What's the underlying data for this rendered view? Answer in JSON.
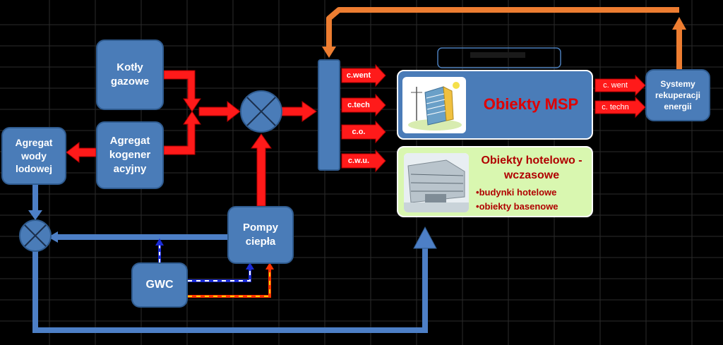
{
  "nodes": {
    "kotly": "Kotły gazowe",
    "kogen": "Agregat kogener acyjny",
    "agregat_wody": "Agregat wody lodowej",
    "pompy": "Pompy ciepła",
    "gwc": "GWC",
    "systemy": "Systemy rekuperacji energii"
  },
  "header_box": "",
  "outputs": [
    "c.went",
    "c.tech",
    "c.o.",
    "c.w.u."
  ],
  "recovery_inputs": [
    "c. went",
    "c. techn"
  ],
  "msp": {
    "title": "Obiekty MSP"
  },
  "hotel": {
    "title": "Obiekty hotelowo - wczasowe",
    "items": [
      "budynki hotelowe",
      "obiekty basenowe"
    ]
  },
  "colors": {
    "box": "#4a7cb8",
    "heat": "#ff1a1a",
    "cold": "#4d7fc6",
    "recovery": "#ed7d31",
    "hotel_bg": "#d9f7b0",
    "msp_title": "#e00000"
  }
}
